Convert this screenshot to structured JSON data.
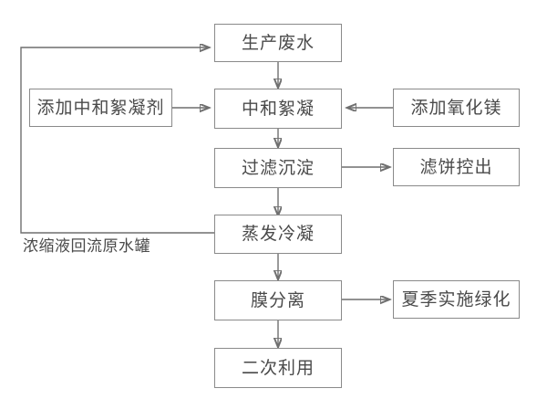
{
  "diagram": {
    "title_text": "",
    "colors": {
      "box_border": "#8a8a8a",
      "text": "#4a4a4a",
      "edge": "#6f6f6f",
      "background": "#ffffff"
    },
    "nodes": [
      {
        "id": "production-wastewater",
        "label": "生产废水"
      },
      {
        "id": "add-neutralizing-flocculant",
        "label": "添加中和絮凝剂"
      },
      {
        "id": "neutralization-flocculation",
        "label": "中和絮凝"
      },
      {
        "id": "add-magnesium-oxide",
        "label": "添加氧化镁"
      },
      {
        "id": "filtration-precipitation",
        "label": "过滤沉淀"
      },
      {
        "id": "filter-cake-discharge",
        "label": "滤饼控出"
      },
      {
        "id": "evaporation-condensation",
        "label": "蒸发冷凝"
      },
      {
        "id": "membrane-separation",
        "label": "膜分离"
      },
      {
        "id": "summer-greening",
        "label": "夏季实施绿化"
      },
      {
        "id": "secondary-reuse",
        "label": "二次利用"
      }
    ],
    "free_labels": [
      {
        "id": "concentrate-return-label",
        "label": "浓缩液回流原水罐"
      }
    ],
    "edges": [
      {
        "from": "production-wastewater",
        "to": "neutralization-flocculation"
      },
      {
        "from": "add-neutralizing-flocculant",
        "to": "neutralization-flocculation"
      },
      {
        "from": "add-magnesium-oxide",
        "to": "neutralization-flocculation"
      },
      {
        "from": "neutralization-flocculation",
        "to": "filtration-precipitation"
      },
      {
        "from": "filtration-precipitation",
        "to": "filter-cake-discharge"
      },
      {
        "from": "filtration-precipitation",
        "to": "evaporation-condensation"
      },
      {
        "from": "evaporation-condensation",
        "to": "production-wastewater"
      },
      {
        "from": "evaporation-condensation",
        "to": "membrane-separation"
      },
      {
        "from": "membrane-separation",
        "to": "summer-greening"
      },
      {
        "from": "membrane-separation",
        "to": "secondary-reuse"
      }
    ]
  }
}
